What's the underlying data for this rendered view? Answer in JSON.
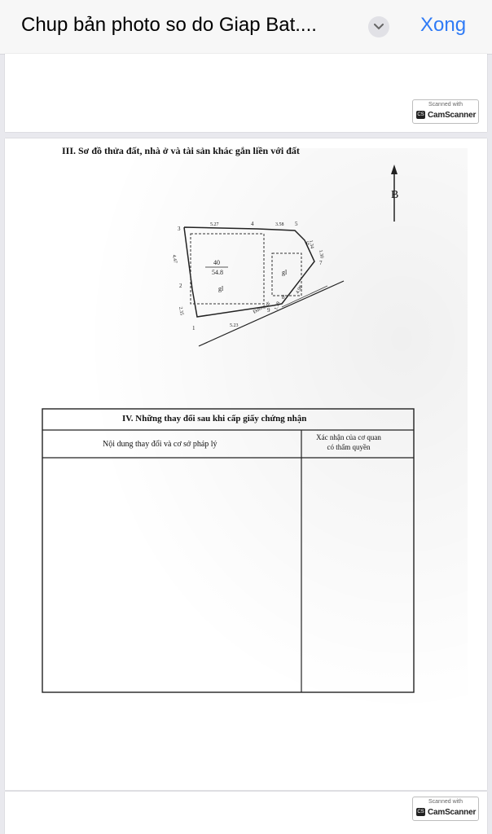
{
  "header": {
    "title": "Chup bản photo so do Giap Bat....",
    "done_label": "Xong",
    "chevron_icon": "chevron-down-icon"
  },
  "scanner_badge": {
    "small": "Scanned with",
    "brand": "CamScanner",
    "logo": "CS"
  },
  "document": {
    "section3_title": "III. Sơ đồ thửa đất, nhà ở và tài sản khác gắn liền với đất",
    "north_label": "B",
    "plot": {
      "number": "40",
      "area": "54.8",
      "code": "gl",
      "code2": "gl",
      "road": "Đường đi",
      "points": [
        "1",
        "2",
        "3",
        "4",
        "5",
        "6",
        "7",
        "8",
        "9"
      ],
      "dims": [
        "5.27",
        "3.58",
        "1.34",
        "1.30",
        "4.98",
        "1.19",
        "5.23",
        "2.35",
        "4.47"
      ]
    },
    "section4_title": "IV. Những thay đổi sau khi cấp giấy chứng nhận",
    "col1_header": "Nội dung thay đổi và cơ sở pháp lý",
    "col2_header_line1": "Xác nhận của cơ quan",
    "col2_header_line2": "có thẩm quyền"
  }
}
